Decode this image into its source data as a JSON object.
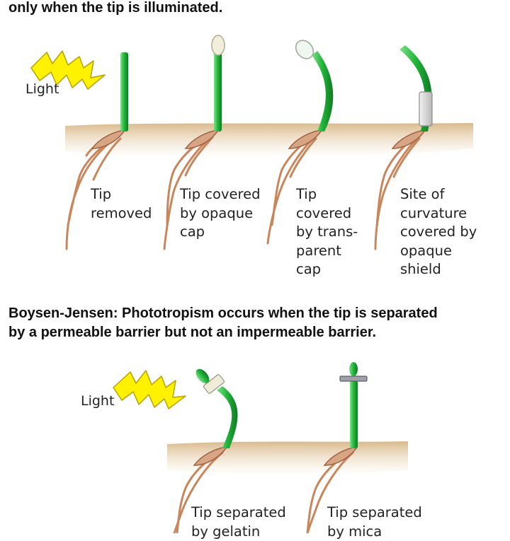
{
  "section_darwin": {
    "caption": "only when the tip is illuminated."
  },
  "section_boysen": {
    "title_line1": "Boysen-Jensen: Phototropism occurs when the tip is separated",
    "title_line2": "by a permeable barrier but not an impermeable barrier."
  },
  "light_label": "Light",
  "darwin_labels": [
    "Tip\nremoved",
    "Tip covered\nby opaque\ncap",
    "Tip\ncovered\nby trans-\nparent\ncap",
    "Site of\ncurvature\ncovered by\nopaque\nshield"
  ],
  "boysen_labels": [
    "Tip separated\nby gelatin",
    "Tip separated\nby mica"
  ],
  "colors": {
    "soil": "#e8cfa8",
    "stem": "#22b53a",
    "root": "#c9865c",
    "lightning": "#fff200"
  }
}
